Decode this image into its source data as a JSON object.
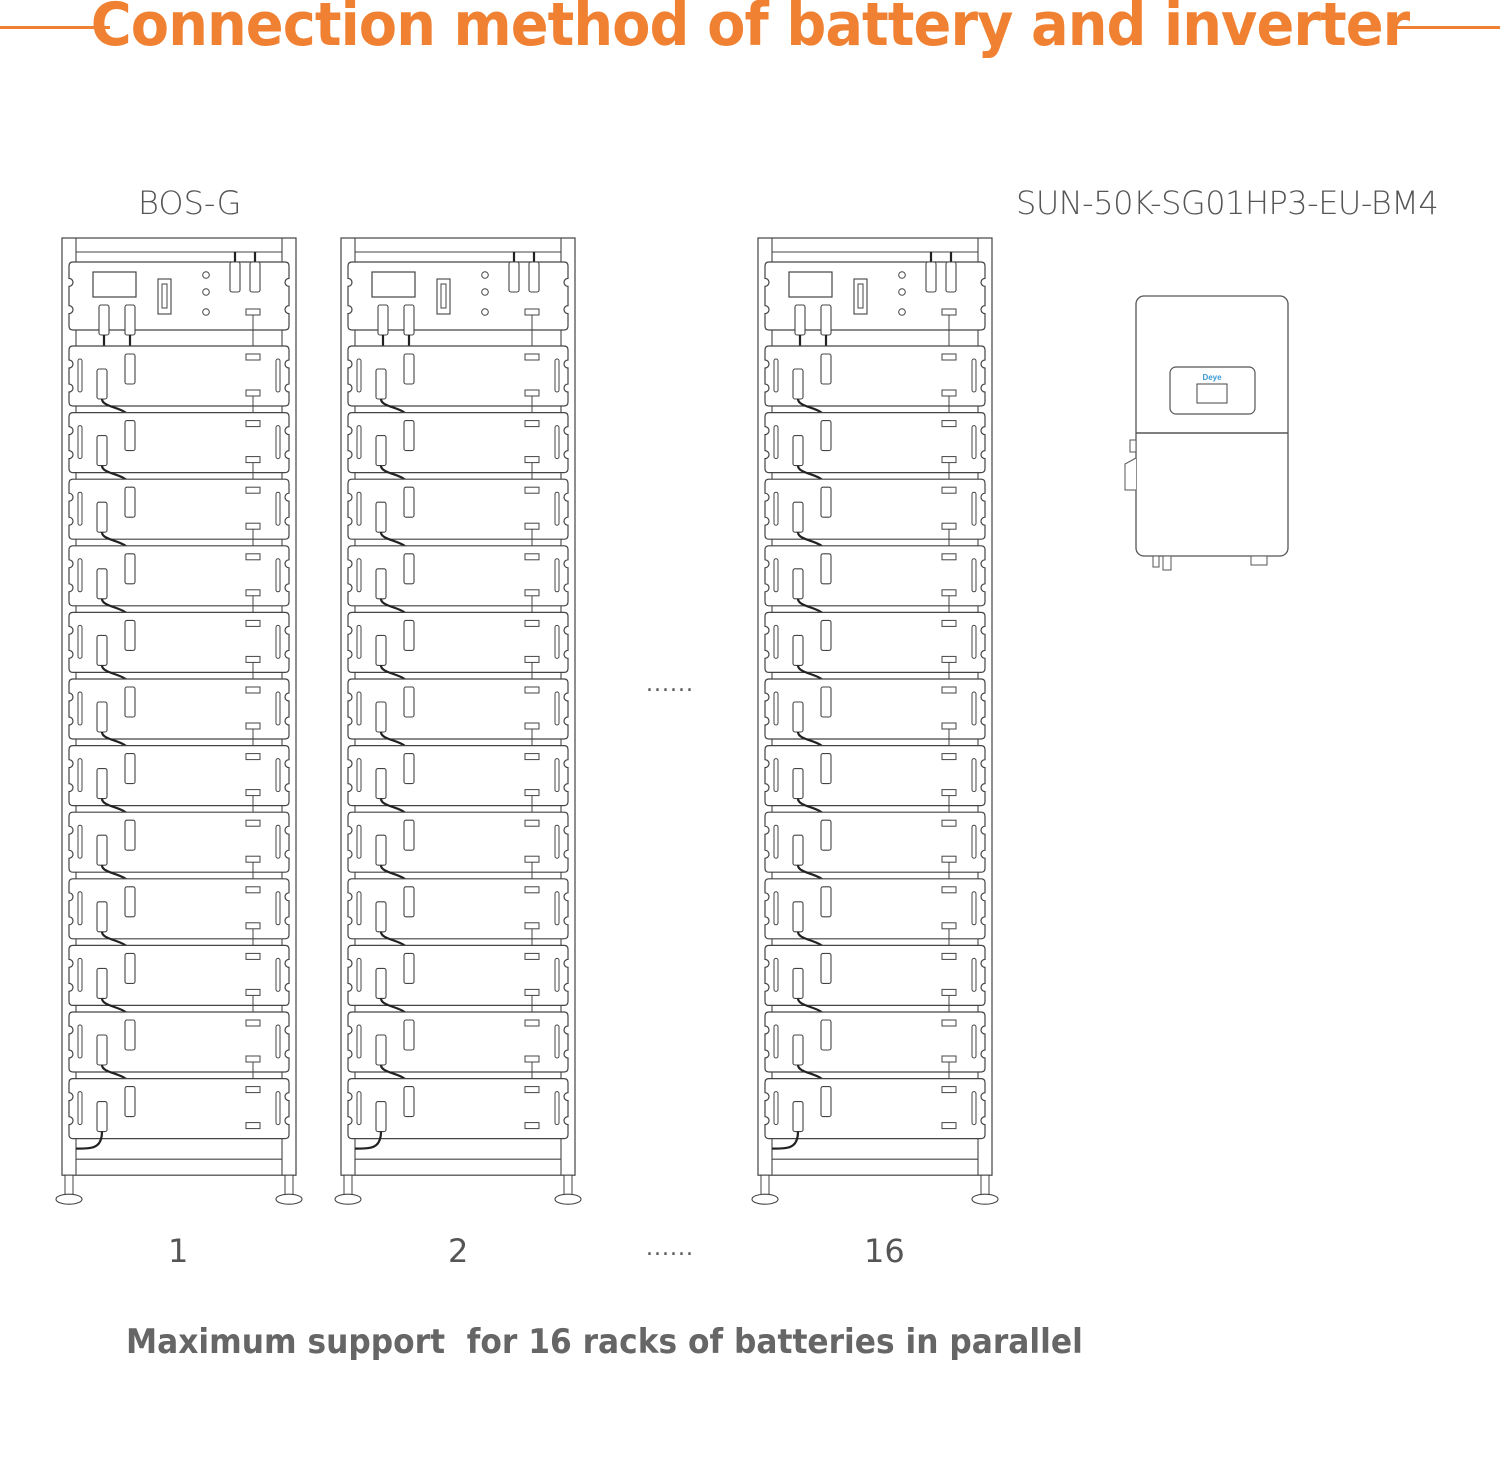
{
  "header": {
    "title": "Connection method of battery and inverter",
    "accent_color": "#f08132"
  },
  "battery": {
    "model_label": "BOS-G",
    "modules_per_rack": 12,
    "racks": [
      {
        "number": "1"
      },
      {
        "number": "2"
      },
      {
        "number": "16"
      }
    ],
    "ellipsis": "......"
  },
  "inverter": {
    "model_label": "SUN-50K-SG01HP3-EU-BM4",
    "brand": "Deye",
    "brand_color": "#3a9ad9"
  },
  "footer": {
    "caption": "Maximum support  for 16 racks of batteries in parallel"
  }
}
